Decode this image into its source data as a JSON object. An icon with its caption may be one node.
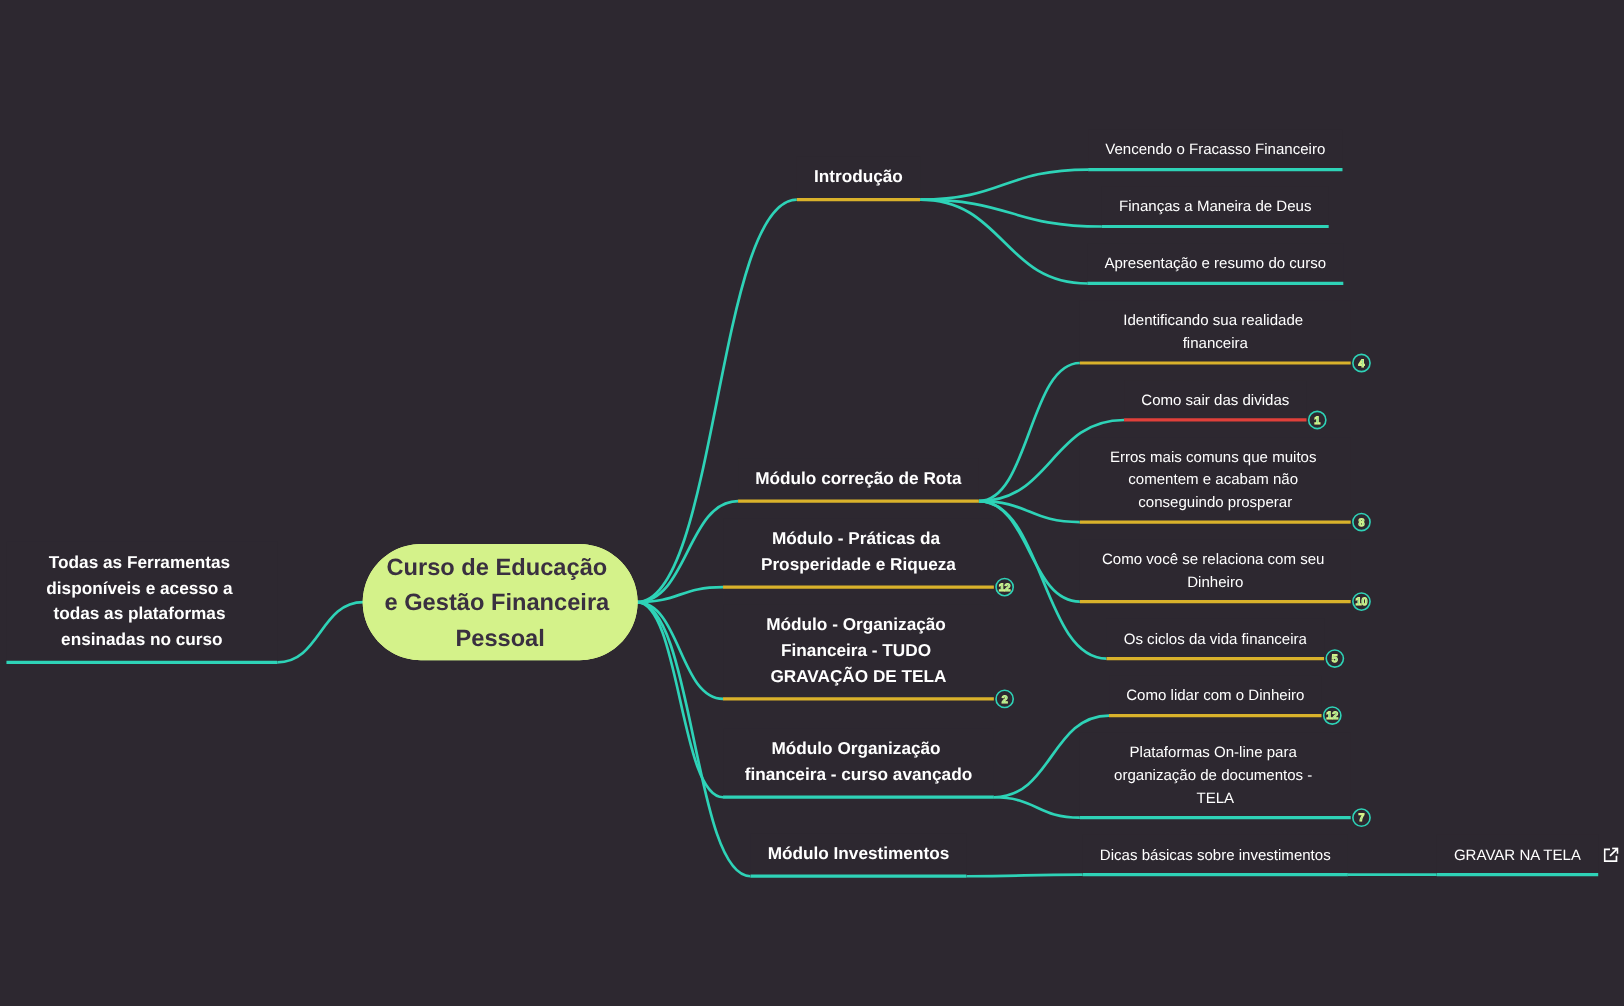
{
  "diagram": {
    "nodes": [
      {
        "text": [
          "Curso de Educação e Gestão Financeira Pessoal"
        ]
      },
      {
        "text": [
          "Introdução"
        ]
      },
      {
        "text": [
          "Vencendo o Fracasso Financeiro"
        ]
      },
      {
        "text": [
          "Finanças a Maneira de Deus"
        ]
      },
      {
        "text": [
          "Apresentação e resumo do curso"
        ]
      },
      {
        "text": [
          "Módulo correção de Rota"
        ]
      },
      {
        "text": [
          "Identificando sua realidade financeira"
        ],
        "beside": [
          "4"
        ]
      },
      {
        "text": [
          "Como sair das dividas"
        ],
        "beside": [
          "1"
        ]
      },
      {
        "text": [
          "Erros mais comuns que muitos comentem e acabam não conseguindo prosperar"
        ],
        "beside": [
          "8"
        ]
      },
      {
        "text": [
          "Como você se relaciona com seu Dinheiro"
        ],
        "beside": [
          "10"
        ]
      },
      {
        "text": [
          "Os ciclos da vida financeira"
        ],
        "beside": [
          "5"
        ]
      },
      {
        "text": [
          "Módulo - Práticas da Prosperidade e Riqueza"
        ],
        "beside": [
          "12"
        ]
      },
      {
        "text": [
          "Módulo - Organização Financeira - TUDO GRAVAÇÃO DE TELA"
        ],
        "beside": [
          "2"
        ]
      },
      {
        "text": [
          "Módulo Organização financeira - curso avançado"
        ]
      },
      {
        "text": [
          "Como lidar com o Dinheiro"
        ],
        "beside": [
          "12"
        ]
      },
      {
        "text": [
          "Plataformas On-line para organização de documentos - TELA"
        ],
        "beside": [
          "7"
        ]
      },
      {
        "text": [
          "Módulo Investimentos"
        ]
      },
      {
        "text": [
          "Dicas básicas sobre investimentos"
        ]
      },
      {
        "text": [
          "GRAVAR NA TELA"
        ]
      },
      {
        "text": [
          "Todas as Ferramentas disponíveis e acesso a todas as plataformas ensinadas no curso"
        ]
      }
    ],
    "edges": [
      {
        "from": 19,
        "to": 0,
        "arrow": "none"
      },
      {
        "from": 0,
        "to": 1,
        "arrow": "none"
      },
      {
        "from": 1,
        "to": 2,
        "arrow": "none"
      },
      {
        "from": 1,
        "to": 3,
        "arrow": "none"
      },
      {
        "from": 1,
        "to": 4,
        "arrow": "none"
      },
      {
        "from": 0,
        "to": 5,
        "arrow": "none"
      },
      {
        "from": 5,
        "to": 6,
        "arrow": "none"
      },
      {
        "from": 5,
        "to": 7,
        "arrow": "none"
      },
      {
        "from": 5,
        "to": 8,
        "arrow": "none"
      },
      {
        "from": 5,
        "to": 9,
        "arrow": "none"
      },
      {
        "from": 5,
        "to": 10,
        "arrow": "none"
      },
      {
        "from": 0,
        "to": 11,
        "arrow": "none"
      },
      {
        "from": 0,
        "to": 12,
        "arrow": "none"
      },
      {
        "from": 0,
        "to": 13,
        "arrow": "none"
      },
      {
        "from": 13,
        "to": 14,
        "arrow": "none"
      },
      {
        "from": 13,
        "to": 15,
        "arrow": "none"
      },
      {
        "from": 0,
        "to": 16,
        "arrow": "none"
      },
      {
        "from": 16,
        "to": 17,
        "arrow": "none"
      },
      {
        "from": 17,
        "to": 18,
        "arrow": "none"
      }
    ]
  }
}
